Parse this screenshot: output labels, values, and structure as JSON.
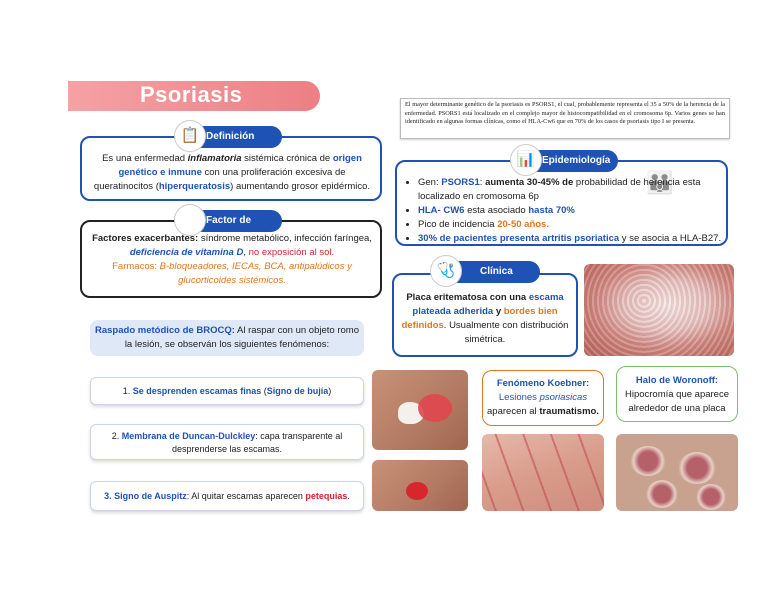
{
  "title": "Psoriasis",
  "genetics_note": "El mayor determinante genético de la psoriasis es PSORS1, el cual, probablemente representa el 35 a 50% de la herencia de la enfermedad. PSORS1 está localizado en el complejo mayor de histocompatibilidad en el cromosoma 6p. Varios genes se han identificado en algunas formas clínicas, como el HLA-Cw6 que en 70% de los casos de psoriasis tipo I se presenta.",
  "definicion": {
    "label": "Definición",
    "t1": "Es una enfermedad ",
    "t2": "inflamatoria",
    "t3": " sistémica crónica de ",
    "t4": "origen genético e inmune",
    "t5": " con una proliferación excesiva de queratinocitos (",
    "t6": "hiperqueratosis",
    "t7": ") aumentando grosor epidérmico."
  },
  "factor": {
    "label": "Factor de riesgo",
    "t1": "Factores exacerbantes:",
    "t2": " síndrome metabólico, infección faríngea,",
    "t3": "deficiencia de vitamina D",
    "t4": ", ",
    "t5": "no exposición al sol.",
    "t6": "Farmacos:",
    "t7": " B-bloqueadores, IECAs, BCA, antipalúdicos y glucorticoides sistémicos."
  },
  "epidemiologia": {
    "label": "Epidemiología",
    "i1a": "Gen: ",
    "i1b": "PSORS1",
    "i1c": ": ",
    "i1d": "aumenta 30-45% de",
    "i1e": " probabilidad de herencia esta localizado en cromosoma 6p",
    "i2a": "HLA- CW6",
    "i2b": " esta asociado ",
    "i2c": "hasta 70%",
    "i3a": "Pico de incidencia ",
    "i3b": "20-50 años.",
    "i4a": "30% de pacientes presenta artritis psoriatica",
    "i4b": " y se asocia a HLA-B27."
  },
  "clinica": {
    "label": "Clínica",
    "t1": "Placa eritematosa con una ",
    "t2": "escama plateada adherida",
    "t3": " y ",
    "t4": "bordes bien definidos",
    "t5": ". Usualmente con distribución simétrica."
  },
  "brocq": {
    "t1": "Raspado metódico de BROCQ:",
    "t2": " Al raspar con un objeto romo la lesión, se observán los siguientes fenómenos:"
  },
  "steps": [
    {
      "a": "1. ",
      "b": "Se desprenden escamas finas",
      "c": " (",
      "d": "Signo de bujía",
      "e": ")"
    },
    {
      "a": "2. ",
      "b": "Membrana de Duncan-Dulckley",
      "c": ": capa transparente al desprenderse las escamas.",
      "d": "",
      "e": ""
    },
    {
      "a": "3. ",
      "b": "Signo de Auspitz",
      "c": ": Al quitar escamas aparecen ",
      "d": "petequias",
      "e": "."
    }
  ],
  "koebner": {
    "title": "Fenómeno Koebner:",
    "t1": "Lesiones ",
    "t2": "psoriasicas",
    "t3": " aparecen al ",
    "t4": "traumatismo."
  },
  "woronoff": {
    "title": "Halo de Woronoff:",
    "t1": "Hipocromía que aparece alrededor de una placa"
  },
  "colors": {
    "title_pink": "#ec7f84",
    "pill_blue": "#1f52b5",
    "accent_orange": "#e0761f",
    "accent_red": "#d2232a"
  },
  "icons": {
    "definicion": "clipboard-icon",
    "factor": "gauge-warning-icon",
    "epidemiologia": "chart-board-icon",
    "clinica": "stethoscope-icon"
  }
}
